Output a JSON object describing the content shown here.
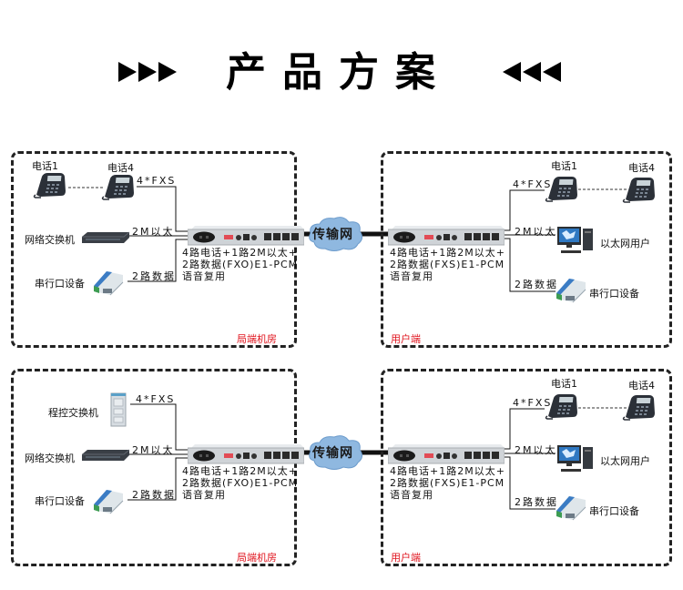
{
  "header": {
    "title": "产品方案",
    "left_arrows_icon": "triple-right-arrow",
    "right_arrows_icon": "triple-left-arrow"
  },
  "colors": {
    "panel_label": "#e0141e",
    "border": "#222222",
    "wire": "#111111",
    "cloud": "#8fb8e0"
  },
  "network": {
    "label": "传输网"
  },
  "diagrams": [
    {
      "central": {
        "label": "局端机房",
        "phone1": "电话1",
        "phone4": "电话4",
        "fxs_link": "4*FXS",
        "switch": "网络交换机",
        "eth_link": "2M以太",
        "serial": "串行口设备",
        "data_link": "2路数据",
        "device_line1": "4路电话+1路2M以太+",
        "device_line2": "2路数据(FXO)E1-PCM",
        "device_line3": "语音复用"
      },
      "user": {
        "label": "用户端",
        "phone1": "电话1",
        "phone4": "电话4",
        "fxs_link": "4*FXS",
        "pc": "以太网用户",
        "eth_link": "2M以太",
        "serial": "串行口设备",
        "data_link": "2路数据",
        "device_line1": "4路电话+1路2M以太+",
        "device_line2": "2路数据(FXS)E1-PCM",
        "device_line3": "语音复用"
      }
    },
    {
      "central": {
        "label": "局端机房",
        "pbx": "程控交换机",
        "fxs_link": "4*FXS",
        "switch": "网络交换机",
        "eth_link": "2M以太",
        "serial": "串行口设备",
        "data_link": "2路数据",
        "device_line1": "4路电话+1路2M以太+",
        "device_line2": "2路数据(FXO)E1-PCM",
        "device_line3": "语音复用"
      },
      "user": {
        "label": "用户端",
        "phone1": "电话1",
        "phone4": "电话4",
        "fxs_link": "4*FXS",
        "pc": "以太网用户",
        "eth_link": "2M以太",
        "serial": "串行口设备",
        "data_link": "2路数据",
        "device_line1": "4路电话+1路2M以太+",
        "device_line2": "2路数据(FXS)E1-PCM",
        "device_line3": "语音复用"
      }
    }
  ]
}
